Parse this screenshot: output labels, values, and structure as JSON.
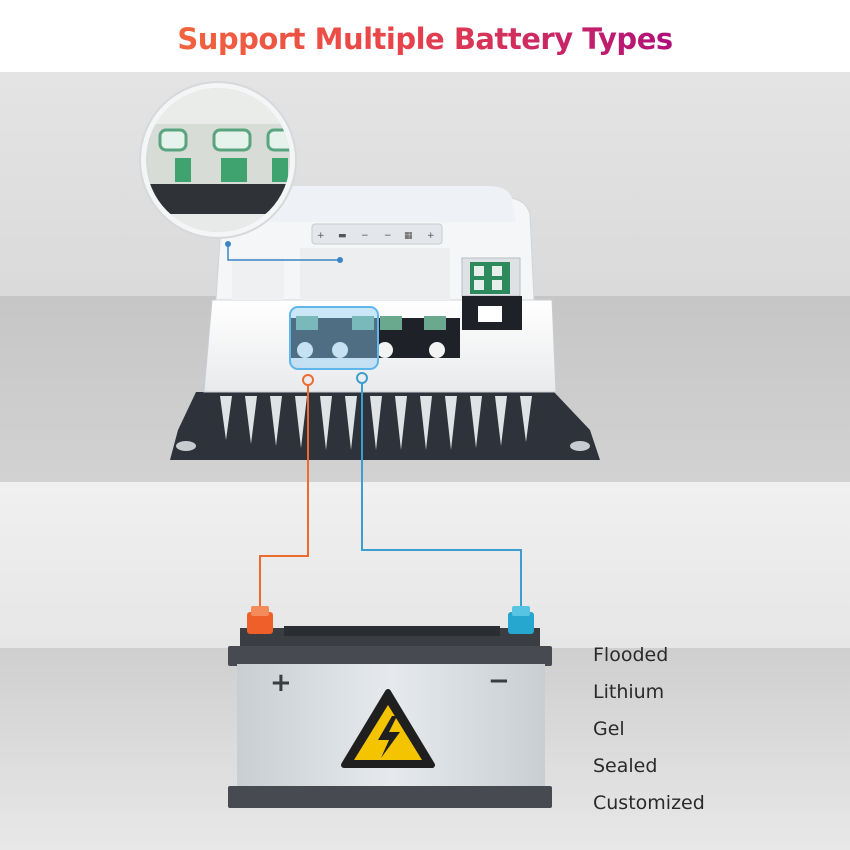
{
  "heading": "Support Multiple Battery Types",
  "battery_types": [
    "Flooded",
    "Lithium",
    "Gel",
    "Sealed",
    "Customized"
  ],
  "battery": {
    "positive_symbol": "+",
    "negative_symbol": "−",
    "warning_icon": "high-voltage-warning-icon"
  },
  "colors": {
    "positive_wire": "#ee6b2f",
    "negative_wire": "#3a9fd0",
    "heading_gradient": [
      "#f2633e",
      "#b0107a"
    ]
  }
}
